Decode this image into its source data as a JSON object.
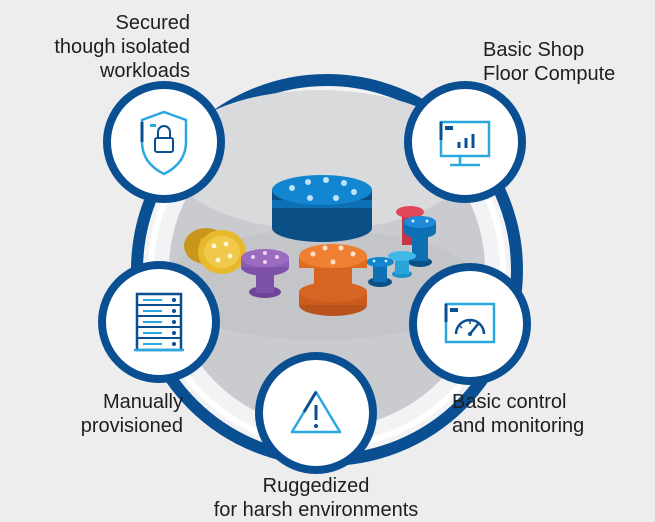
{
  "labels": {
    "secured": [
      "Secured",
      "though isolated",
      "workloads"
    ],
    "shop_floor": [
      "Basic Shop",
      "Floor Compute"
    ],
    "manually": [
      "Manually",
      "provisioned"
    ],
    "control": [
      "Basic control",
      "and monitoring"
    ],
    "ruggedized": [
      "Ruggedized",
      "for harsh environments"
    ]
  },
  "colors": {
    "background": "#ededed",
    "ring": "#0b4f93",
    "ring_inner": "#d6dde6",
    "icon_outline": "#0b4f93",
    "icon_accent": "#29a8e0",
    "inner_disc": "#c7c9cc",
    "spool_blue": "#0e6fb5",
    "spool_orange": "#e06a1f",
    "spool_yellow": "#e8b92b",
    "spool_purple": "#9b6bc0",
    "spool_red": "#e0475a",
    "spool_light_blue": "#3fb8e8"
  },
  "icons": [
    "shield-lock-icon",
    "monitor-chart-icon",
    "server-rack-icon",
    "gauge-icon",
    "warning-icon"
  ]
}
